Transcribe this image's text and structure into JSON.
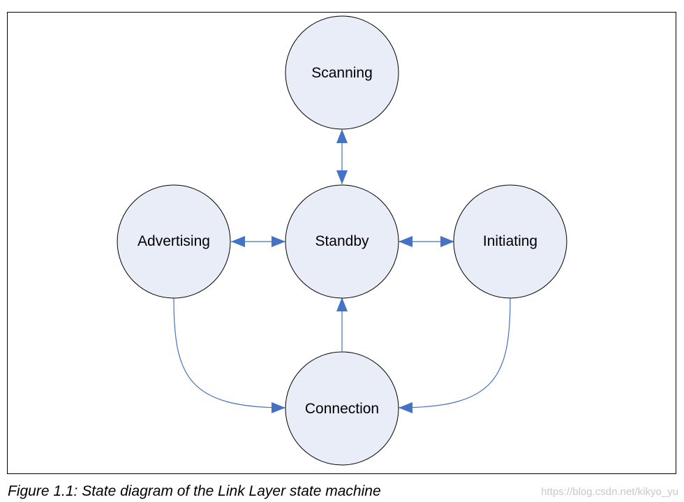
{
  "diagram": {
    "states": {
      "scanning": "Scanning",
      "advertising": "Advertising",
      "standby": "Standby",
      "initiating": "Initiating",
      "connection": "Connection"
    },
    "colors": {
      "state_fill": "#e8edf7",
      "state_stroke": "#000000",
      "arrow": "#4472c4",
      "frame": "#000000"
    }
  },
  "caption": "Figure 1.1:  State diagram of the Link Layer state machine",
  "watermark": "https://blog.csdn.net/kikyo_yu"
}
